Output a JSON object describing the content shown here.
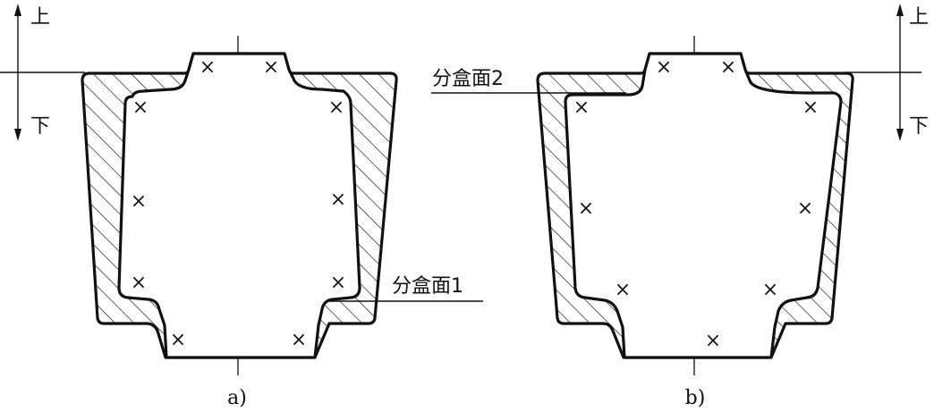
{
  "figure": {
    "directions": {
      "up": "上",
      "down": "下"
    },
    "panel_a": {
      "caption": "a)",
      "parting_label": "分盒面1"
    },
    "panel_b": {
      "caption": "b)",
      "parting_label": "分盒面2"
    },
    "marker_glyph": "×"
  }
}
